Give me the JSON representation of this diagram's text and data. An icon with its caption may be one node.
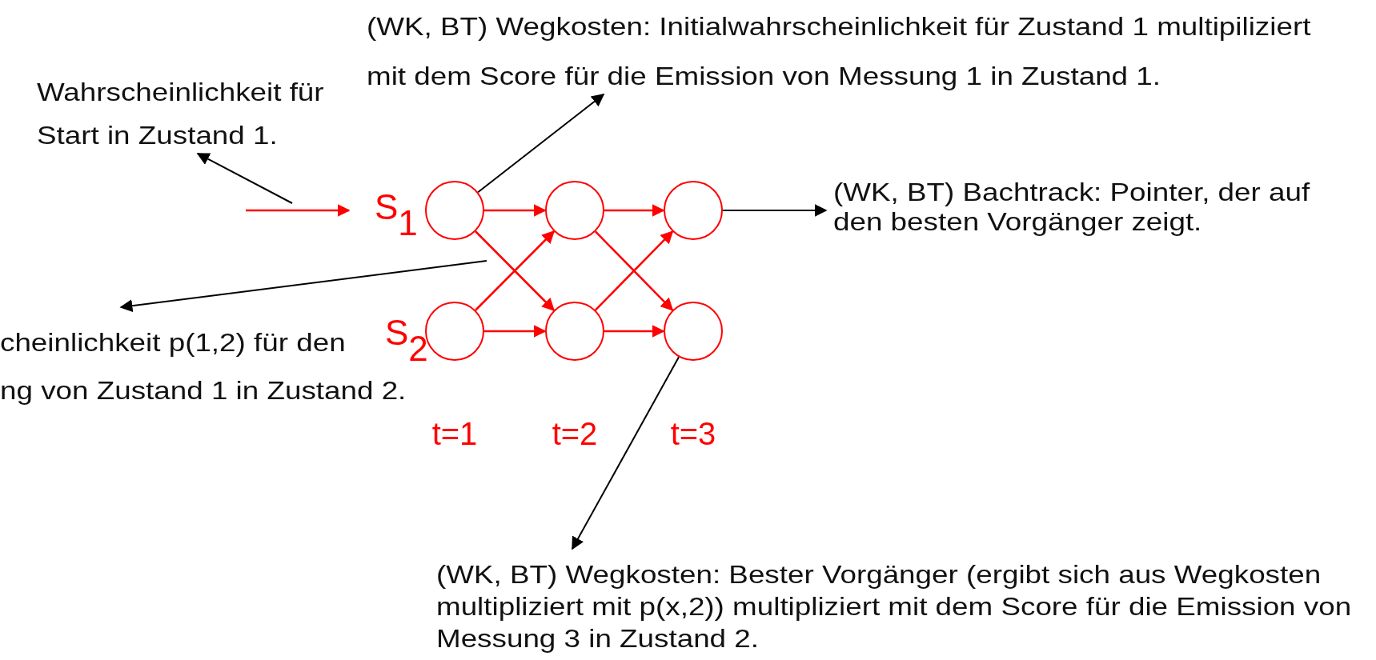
{
  "diagram": {
    "nodes": [
      {
        "text": [
          "(WK, BT) Wegkosten: Initialwahrscheinlichkeit für Zustand 1 multipiliziert mit dem Score für die Emission von Messung 1 in Zustand 1."
        ]
      },
      {
        "text": [
          "Wahrscheinlichkeit für Start in Zustand 1."
        ]
      },
      {
        "text": [],
        "shape": "circle",
        "beside": [
          "S$_{1}$"
        ]
      },
      {
        "text": [],
        "shape": "circle"
      },
      {
        "text": [],
        "shape": "circle"
      },
      {
        "text": [
          "(WK, BT) Bachtrack: Pointer, der auf den besten Vorgänger zeigt."
        ]
      },
      {
        "text": [
          "cheinlichkeit p(1,2) für den",
          "ng von Zustand 1 in Zustand 2."
        ]
      },
      {
        "text": [],
        "shape": "circle",
        "beside": [
          "S$_{2}$"
        ]
      },
      {
        "text": [],
        "shape": "circle"
      },
      {
        "text": [],
        "shape": "circle"
      },
      {
        "text": [
          "(WK, BT) Wegkosten: Bester Vorgänger (ergibt sich aus Wegkosten multipliziert mit p(x,2)) multipliziert mit dem Score für die Emission von Messung 3 in Zustand 2."
        ]
      }
    ],
    "edges": [
      {
        "from": null,
        "to": 2,
        "arrow": "to"
      },
      {
        "from": 2,
        "to": 3,
        "arrow": "to"
      },
      {
        "from": 2,
        "to": 8,
        "arrow": "to"
      },
      {
        "from": 7,
        "to": 3,
        "arrow": "to"
      },
      {
        "from": 7,
        "to": 8,
        "arrow": "to"
      },
      {
        "from": 3,
        "to": 4,
        "arrow": "to"
      },
      {
        "from": 3,
        "to": 9,
        "arrow": "to"
      },
      {
        "from": 8,
        "to": 4,
        "arrow": "to"
      },
      {
        "from": 8,
        "to": 9,
        "arrow": "to"
      },
      {
        "from": null,
        "to": 1,
        "arrow": "to",
        "color": "#000000"
      },
      {
        "from": 2,
        "to": 0,
        "arrow": "to",
        "color": "#000000"
      },
      {
        "from": 4,
        "to": 5,
        "arrow": "to",
        "color": "#000000"
      },
      {
        "from": null,
        "to": 6,
        "arrow": "to",
        "color": "#000000"
      },
      {
        "from": 9,
        "to": 10,
        "arrow": "to",
        "color": "#000000"
      }
    ],
    "labels": [
      "t=1",
      "t=2",
      "t=3"
    ]
  }
}
